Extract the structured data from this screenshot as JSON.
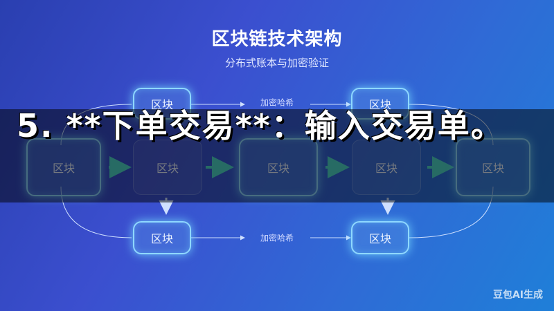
{
  "title": "区块链技术架构",
  "subtitle": "分布式账本与加密验证",
  "blocks": {
    "top_left": "区块",
    "top_right": "区块",
    "mid_1": "区块",
    "mid_2": "区块",
    "mid_3": "区块",
    "mid_4": "区块",
    "mid_5": "区块",
    "bottom_left": "区块",
    "bottom_right": "区块"
  },
  "edge_labels": {
    "top": "加密哈希",
    "bottom": "加密哈希"
  },
  "caption": "5. **下单交易**：输入交易单。",
  "watermark": "豆包AI生成",
  "colors": {
    "background_start": "#2a3fb0",
    "background_end": "#1f7fd8",
    "glow": "#8fd8ff",
    "arrow": "#4fd6c8"
  }
}
